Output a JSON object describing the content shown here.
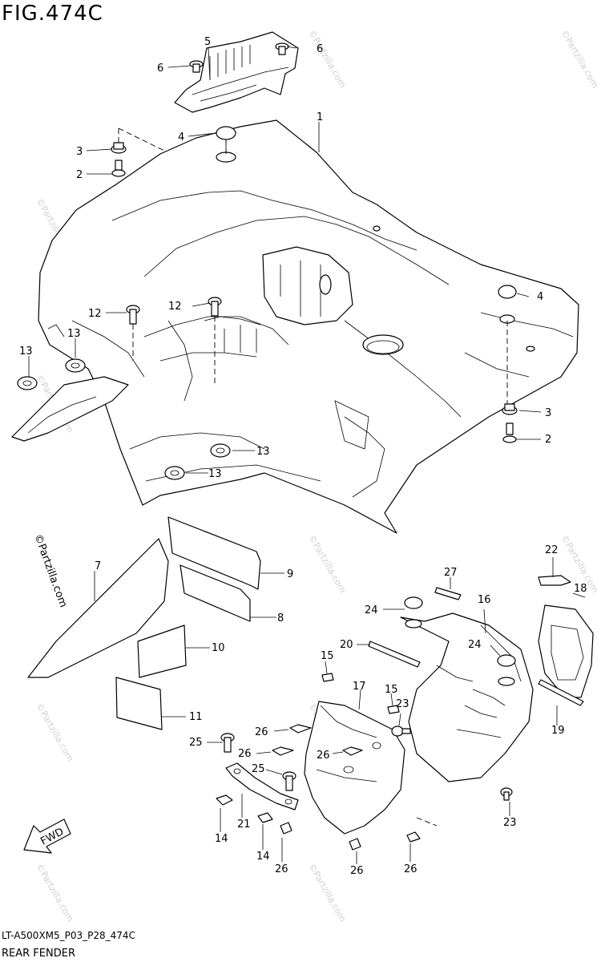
{
  "figure": {
    "title": "FIG.474C",
    "code": "LT-A500XM5_P03_P28_474C",
    "caption": "REAR FENDER",
    "fwd_label": "FWD",
    "copyright_label": "©Partzilla.com",
    "watermark": "©Partzilla.com"
  },
  "callouts": [
    {
      "id": "c1",
      "text": "1"
    },
    {
      "id": "c2a",
      "text": "2"
    },
    {
      "id": "c2b",
      "text": "2"
    },
    {
      "id": "c3a",
      "text": "3"
    },
    {
      "id": "c3b",
      "text": "3"
    },
    {
      "id": "c4a",
      "text": "4"
    },
    {
      "id": "c4b",
      "text": "4"
    },
    {
      "id": "c5",
      "text": "5"
    },
    {
      "id": "c6a",
      "text": "6"
    },
    {
      "id": "c6b",
      "text": "6"
    },
    {
      "id": "c7",
      "text": "7"
    },
    {
      "id": "c8",
      "text": "8"
    },
    {
      "id": "c9",
      "text": "9"
    },
    {
      "id": "c10",
      "text": "10"
    },
    {
      "id": "c11",
      "text": "11"
    },
    {
      "id": "c12a",
      "text": "12"
    },
    {
      "id": "c12b",
      "text": "12"
    },
    {
      "id": "c13a",
      "text": "13"
    },
    {
      "id": "c13b",
      "text": "13"
    },
    {
      "id": "c13c",
      "text": "13"
    },
    {
      "id": "c13d",
      "text": "13"
    },
    {
      "id": "c14a",
      "text": "14"
    },
    {
      "id": "c14b",
      "text": "14"
    },
    {
      "id": "c15a",
      "text": "15"
    },
    {
      "id": "c15b",
      "text": "15"
    },
    {
      "id": "c16",
      "text": "16"
    },
    {
      "id": "c17",
      "text": "17"
    },
    {
      "id": "c18",
      "text": "18"
    },
    {
      "id": "c19",
      "text": "19"
    },
    {
      "id": "c20",
      "text": "20"
    },
    {
      "id": "c21",
      "text": "21"
    },
    {
      "id": "c22",
      "text": "22"
    },
    {
      "id": "c23a",
      "text": "23"
    },
    {
      "id": "c23b",
      "text": "23"
    },
    {
      "id": "c24a",
      "text": "24"
    },
    {
      "id": "c24b",
      "text": "24"
    },
    {
      "id": "c25a",
      "text": "25"
    },
    {
      "id": "c25b",
      "text": "25"
    },
    {
      "id": "c26a",
      "text": "26"
    },
    {
      "id": "c26b",
      "text": "26"
    },
    {
      "id": "c26c",
      "text": "26"
    },
    {
      "id": "c26d",
      "text": "26"
    },
    {
      "id": "c26e",
      "text": "26"
    },
    {
      "id": "c26f",
      "text": "26"
    },
    {
      "id": "c27",
      "text": "27"
    }
  ]
}
